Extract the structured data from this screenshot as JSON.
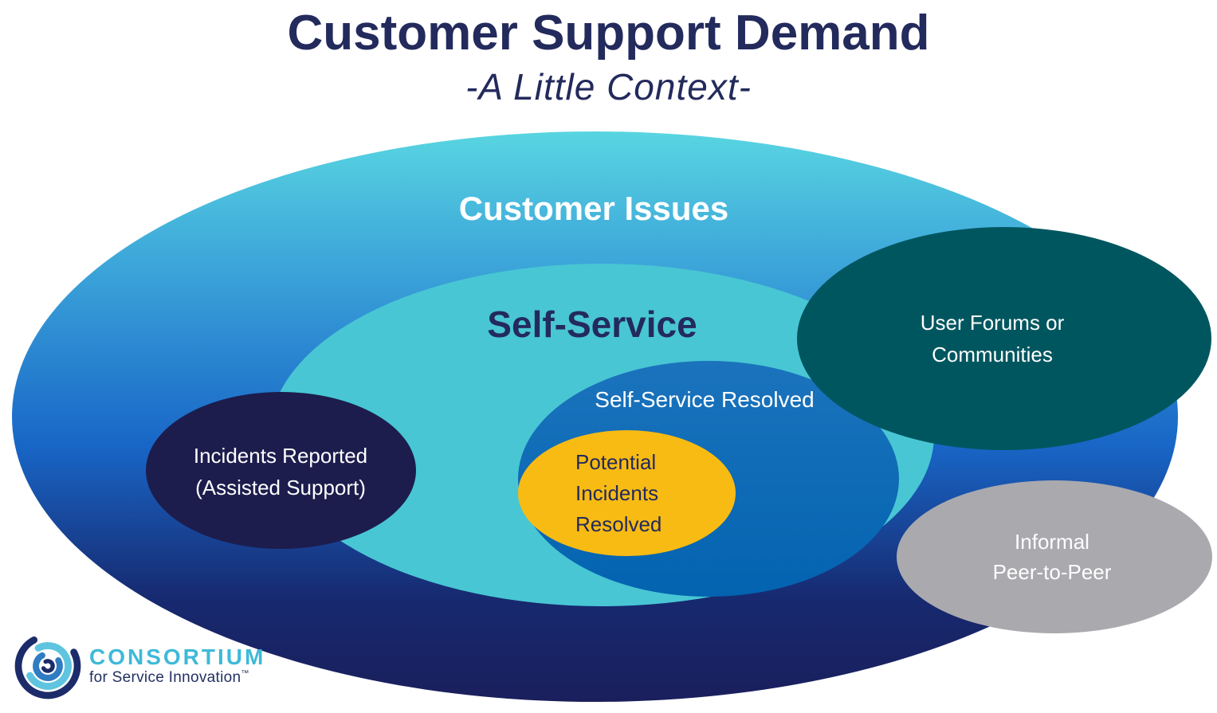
{
  "header": {
    "title": "Customer Support Demand",
    "subtitle": "-A Little Context-"
  },
  "diagram": {
    "labels": {
      "customer_issues": "Customer Issues",
      "self_service": "Self-Service",
      "self_service_resolved": "Self-Service Resolved",
      "potential_l1": "Potential",
      "potential_l2": "Incidents",
      "potential_l3": "Resolved",
      "incidents_l1": "Incidents Reported",
      "incidents_l2": "(Assisted Support)",
      "forums_l1": "User Forums or",
      "forums_l2": "Communities",
      "peer_l1": "Informal",
      "peer_l2": "Peer-to-Peer"
    },
    "regions": [
      {
        "id": "customer-issues",
        "label": "Customer Issues",
        "color_top": "#58D5E1",
        "color_mid": "#1866C7",
        "color_bottom": "#1A1F5C"
      },
      {
        "id": "self-service",
        "label": "Self-Service",
        "color": "#48C6D4"
      },
      {
        "id": "self-service-resolved",
        "label": "Self-Service Resolved",
        "color": "#0A69B5"
      },
      {
        "id": "potential-incidents-resolved",
        "label": "Potential Incidents Resolved",
        "color": "#F8BB13"
      },
      {
        "id": "incidents-reported",
        "label": "Incidents Reported (Assisted Support)",
        "color": "#1C1D4D"
      },
      {
        "id": "user-forums-or-communities",
        "label": "User Forums or Communities",
        "color": "#00565F"
      },
      {
        "id": "informal-peer-to-peer",
        "label": "Informal Peer-to-Peer",
        "color": "#A9A9AE"
      }
    ]
  },
  "logo": {
    "wordmark": "CONSORTIUM",
    "tagline": "for Service Innovation",
    "trademark": "™",
    "wordmark_color": "#3EB9D9",
    "tagline_color": "#223061"
  },
  "colors": {
    "title_text": "#232A5C",
    "label_text_light": "#FFFFFF",
    "label_text_dark": "#232A5C"
  }
}
